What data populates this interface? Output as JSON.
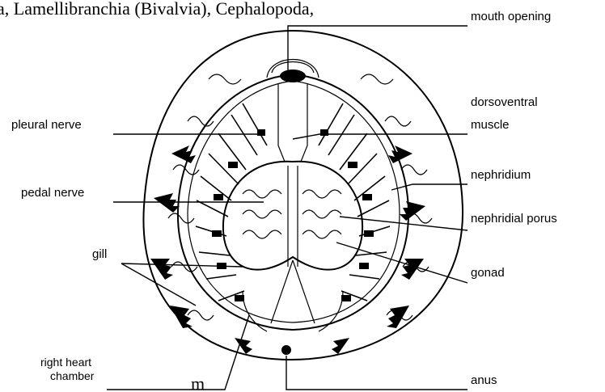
{
  "caption_top": "a, Lamellibranchia (Bivalvia), Cephalopoda,",
  "caption_bottom_fragment": "m",
  "labels": {
    "mouth_opening": "mouth opening",
    "dorsoventral_line1": "dorsoventral",
    "dorsoventral_line2": "muscle",
    "pleural_nerve": "pleural nerve",
    "nephridium": "nephridium",
    "pedal_nerve": "pedal nerve",
    "nephridial_porus": "nephridial porus",
    "gill": "gill",
    "gonad": "gonad",
    "right_heart_line1": "right heart",
    "right_heart_line2": "chamber",
    "anus": "anus"
  }
}
